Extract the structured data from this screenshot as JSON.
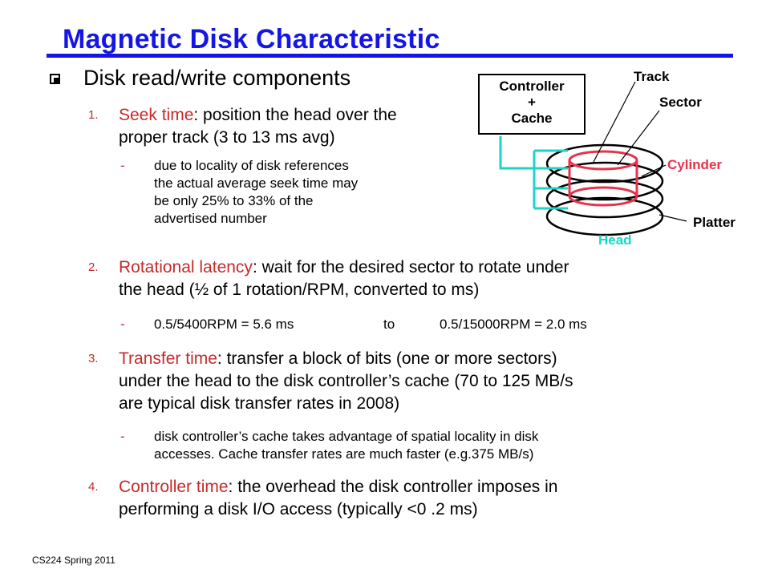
{
  "slide": {
    "title": "Magnetic Disk Characteristic",
    "bullet": "Disk read/write components",
    "footer": "CS224 Spring 2011"
  },
  "items": [
    {
      "number": "1.",
      "term": "Seek time",
      "line1_rest": ": position the head over the",
      "line2": "proper track (3 to 13 ms avg)",
      "sub": [
        "due to locality of disk references",
        "the actual average seek time may",
        "be only 25% to 33% of the",
        "advertised number"
      ]
    },
    {
      "number": "2.",
      "term": "Rotational latency",
      "line1_rest": ":  wait for the desired sector to rotate under",
      "line2": "the head (½ of 1 rotation/RPM, converted to ms)",
      "sub_a": "0.5/5400RPM = 5.6 ms",
      "sub_to": "to",
      "sub_b": "0.5/15000RPM = 2.0 ms"
    },
    {
      "number": "3.",
      "term": "Transfer time",
      "line1_rest": ":  transfer a block of bits (one or more sectors)",
      "line2": "under the head to the disk controller’s cache (70 to 125 MB/s",
      "line3": "are typical disk transfer rates in 2008)",
      "sub": [
        "disk controller’s cache takes advantage of spatial locality in disk",
        "accesses. Cache transfer rates are much faster (e.g.375 MB/s)"
      ]
    },
    {
      "number": "4.",
      "term": "Controller time",
      "line1_rest": ":  the overhead the disk controller imposes in",
      "line2": "performing a disk I/O access (typically <0 .2 ms)"
    }
  ],
  "diagram": {
    "controller_line1": "Controller",
    "controller_line2": "+",
    "controller_line3": "Cache",
    "track": "Track",
    "sector": "Sector",
    "cylinder": "Cylinder",
    "platter": "Platter",
    "head": "Head"
  },
  "colors": {
    "title": "#1515e6",
    "term": "#c62a2a",
    "cylinder": "#e8324a",
    "head": "#19d6c6"
  }
}
